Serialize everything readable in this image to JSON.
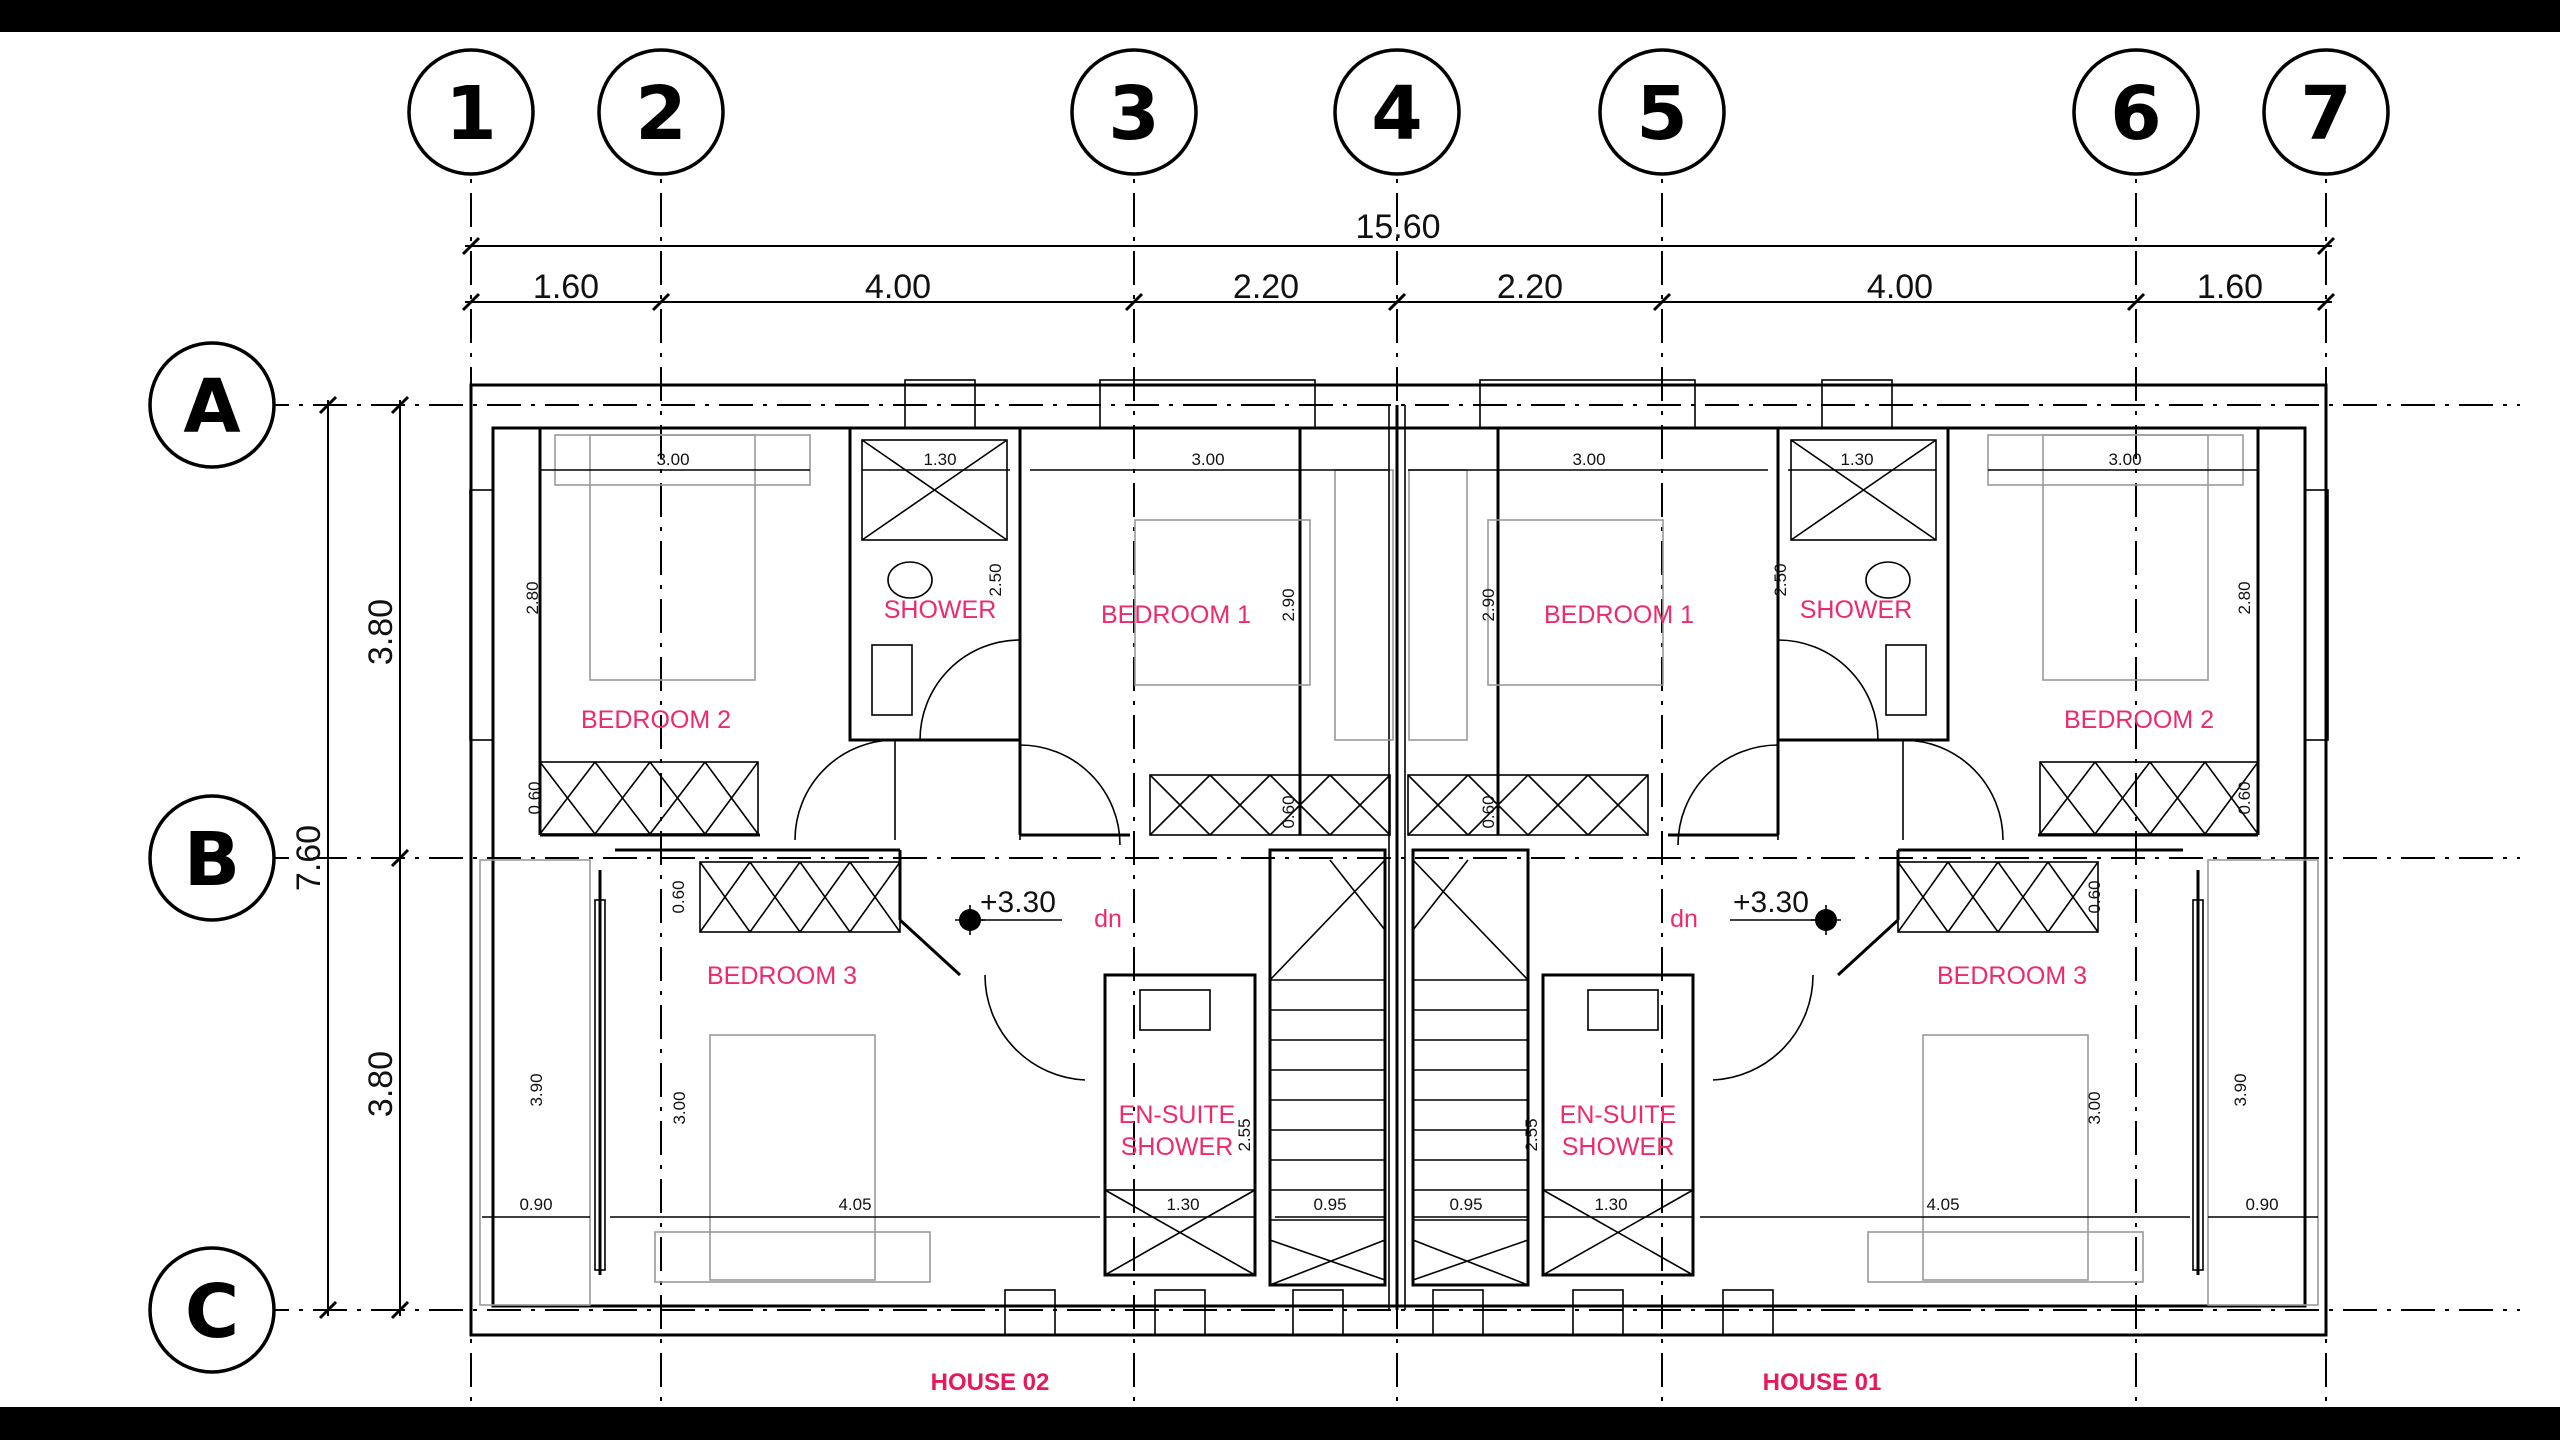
{
  "grid": {
    "columns": [
      "1",
      "2",
      "3",
      "4",
      "5",
      "6",
      "7"
    ],
    "rows": [
      "A",
      "B",
      "C"
    ]
  },
  "dimensions": {
    "overall_width": "15.60",
    "bays": [
      "1.60",
      "4.00",
      "2.20",
      "2.20",
      "4.00",
      "1.60"
    ],
    "overall_depth": "7.60",
    "row_bays": [
      "3.80",
      "3.80"
    ]
  },
  "houses": [
    "HOUSE 02",
    "HOUSE 01"
  ],
  "rooms": {
    "left": {
      "bedroom2": "BEDROOM 2",
      "shower": "SHOWER",
      "bedroom1": "BEDROOM 1",
      "bedroom3": "BEDROOM 3",
      "ensuite_line1": "EN-SUITE",
      "ensuite_line2": "SHOWER"
    },
    "right": {
      "bedroom1": "BEDROOM 1",
      "shower": "SHOWER",
      "bedroom2": "BEDROOM 2",
      "bedroom3": "BEDROOM 3",
      "ensuite_line1": "EN-SUITE",
      "ensuite_line2": "SHOWER"
    }
  },
  "levels": {
    "left": "+3.30",
    "right": "+3.30"
  },
  "stair_label": "dn",
  "internal_dims": {
    "room_width_300": "3.00",
    "shower_width": "1.30",
    "depth_280": "2.80",
    "depth_290": "2.90",
    "depth_250": "2.50",
    "wardrobe_060": "0.60",
    "depth_390": "3.90",
    "depth_300": "3.00",
    "depth_255": "2.55",
    "balcony_090": "0.90",
    "bed3_width": "4.05",
    "stair_095": "0.95"
  }
}
